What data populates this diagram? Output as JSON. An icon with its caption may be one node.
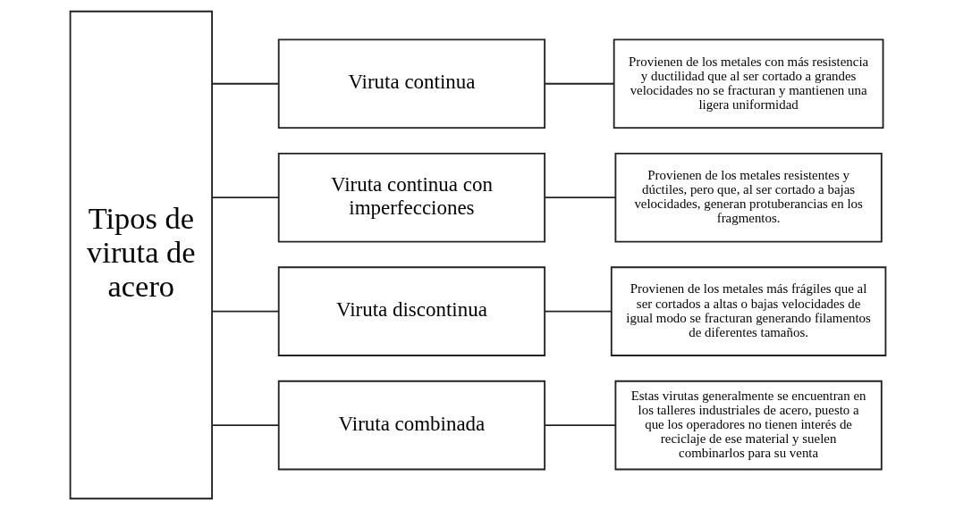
{
  "diagram": {
    "nodes": [
      {
        "text": [
          "Tipos de viruta de acero"
        ]
      },
      {
        "text": [
          "Viruta continua"
        ]
      },
      {
        "text": [
          "Viruta continua con imperfecciones"
        ]
      },
      {
        "text": [
          "Viruta discontinua"
        ]
      },
      {
        "text": [
          "Viruta combinada"
        ]
      },
      {
        "text": [
          "Provienen de los metales con más resistencia y ductilidad que al ser cortado a grandes velocidades no se fracturan y mantienen una ligera uniformidad"
        ]
      },
      {
        "text": [
          "Provienen de los metales resistentes y dúctiles, pero que, al ser cortado a bajas velocidades, generan protuberancias en los fragmentos."
        ]
      },
      {
        "text": [
          "Provienen de los metales más frágiles que al ser cortados a altas o bajas velocidades de igual modo se fracturan generando filamentos de diferentes tamaños."
        ]
      },
      {
        "text": [
          "Estas virutas generalmente se encuentran en los talleres industriales de acero, puesto a que los operadores no tienen interés de reciclaje de ese material y suelen combinarlos para su venta"
        ]
      }
    ],
    "edges": [
      {
        "from": 0,
        "to": 1,
        "arrow": "none"
      },
      {
        "from": 0,
        "to": 2,
        "arrow": "none"
      },
      {
        "from": 0,
        "to": 3,
        "arrow": "none"
      },
      {
        "from": 0,
        "to": 4,
        "arrow": "none"
      },
      {
        "from": 1,
        "to": 5,
        "arrow": "none"
      },
      {
        "from": 2,
        "to": 6,
        "arrow": "none"
      },
      {
        "from": 3,
        "to": 7,
        "arrow": "none"
      },
      {
        "from": 4,
        "to": 8,
        "arrow": "none"
      }
    ]
  }
}
